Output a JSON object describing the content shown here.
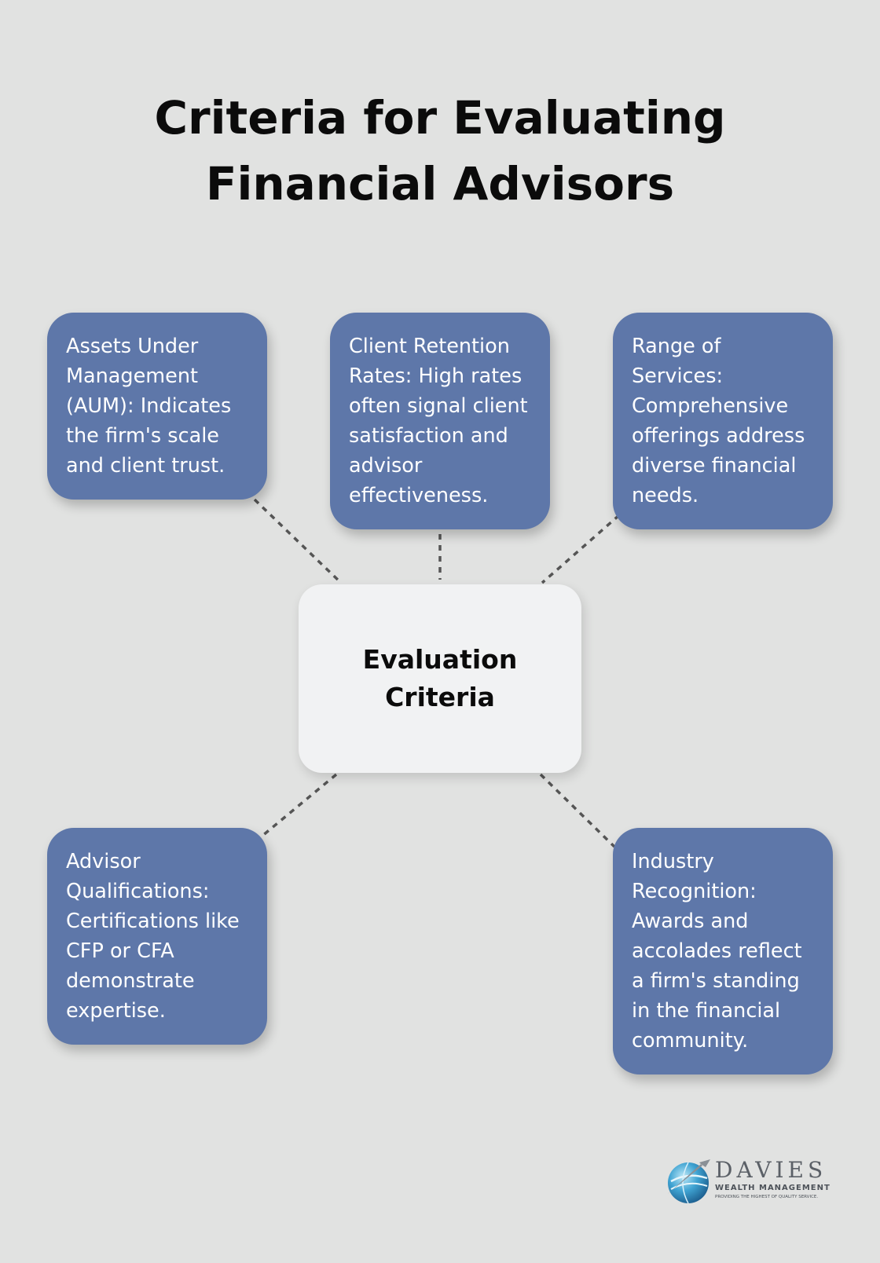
{
  "title": {
    "line1": "Criteria for Evaluating",
    "line2": "Financial Advisors"
  },
  "center_node": {
    "label": "Evaluation Criteria"
  },
  "criteria": [
    {
      "text": "Assets Under Management (AUM): Indicates the firm's scale and client trust."
    },
    {
      "text": "Client Retention Rates: High rates often signal client satisfaction and advisor effectiveness."
    },
    {
      "text": "Range of Services: Comprehensive offerings address diverse financial needs."
    },
    {
      "text": "Advisor Qualifications: Certifications like CFP or CFA demonstrate expertise."
    },
    {
      "text": "Industry Recognition: Awards and accolades reflect a firm's standing in the financial community."
    }
  ],
  "logo": {
    "name": "DAVIES",
    "subtitle": "WEALTH MANAGEMENT",
    "tagline": "PROVIDING THE HIGHEST OF QUALITY SERVICE."
  },
  "colors": {
    "background": "#e1e2e1",
    "card": "#5e77a9",
    "center_card": "#f1f2f3",
    "connector": "#555555"
  }
}
